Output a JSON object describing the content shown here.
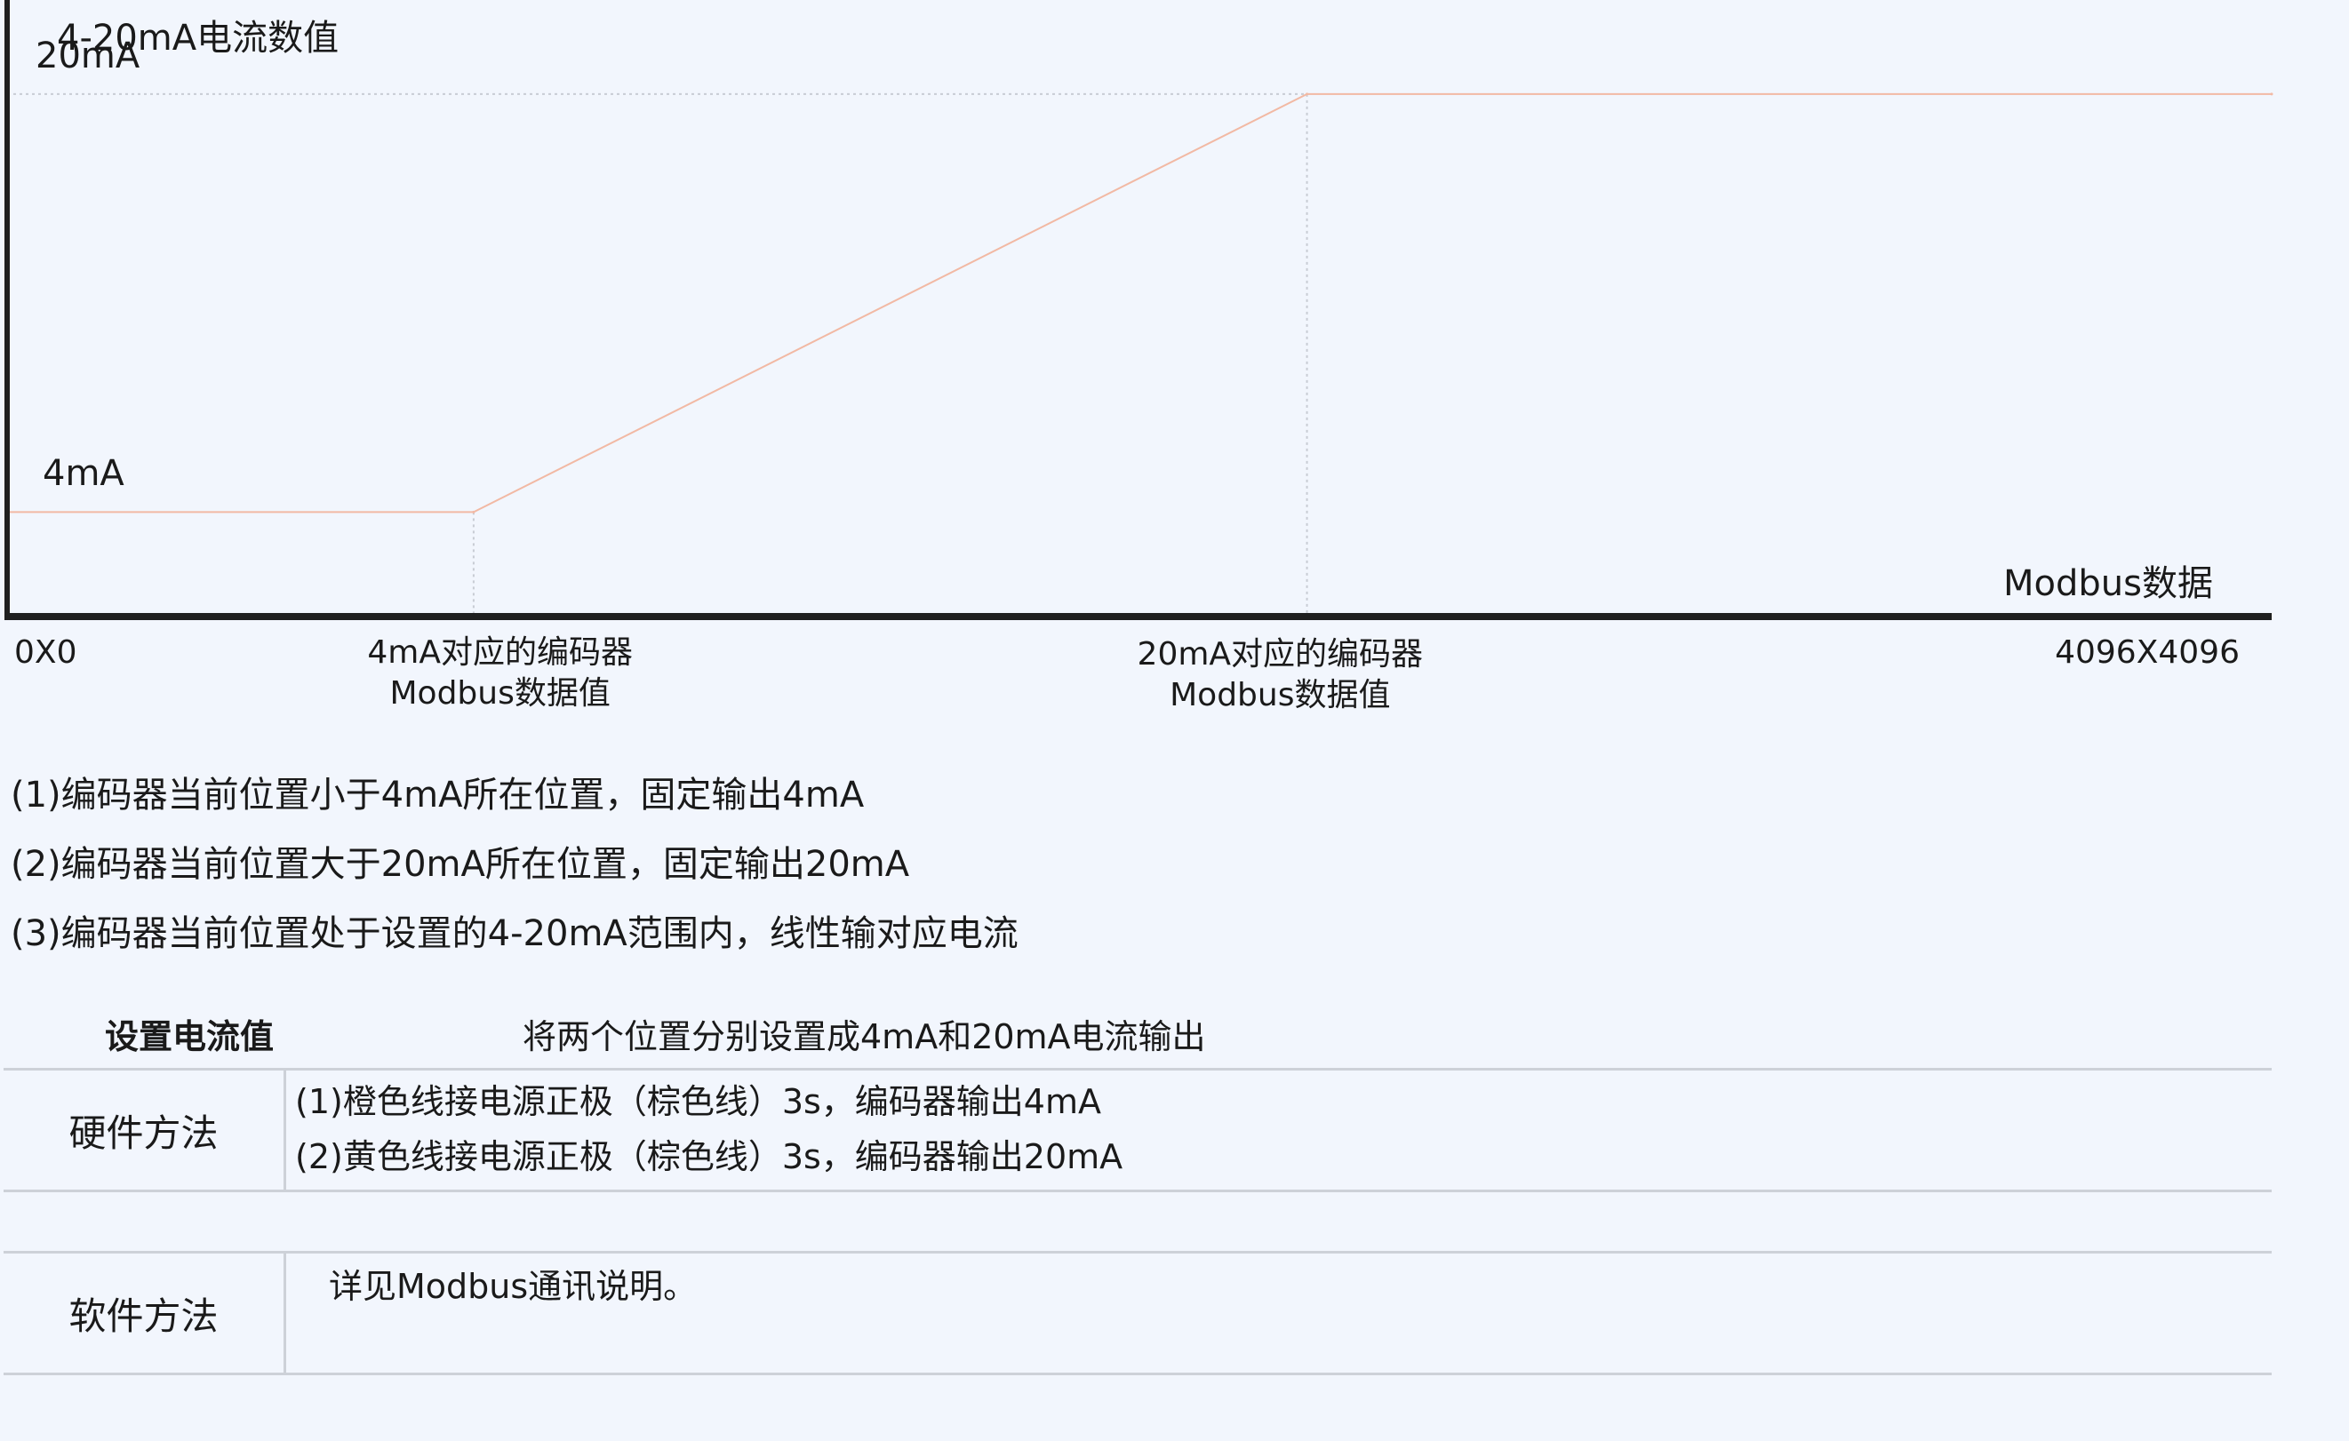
{
  "chart_data": {
    "type": "line",
    "title": "",
    "ylabel": "4-20mA电流数值",
    "xlabel": "Modbus数据",
    "y_ticks": [
      {
        "label": "20mA",
        "value": 20
      },
      {
        "label": "4mA",
        "value": 4
      }
    ],
    "x_ticks": [
      {
        "lines": [
          "0X0"
        ],
        "value": 0
      },
      {
        "lines": [
          "4mA对应的编码器",
          "Modbus数据值"
        ],
        "value": 0.206
      },
      {
        "lines": [
          "20mA对应的编码器",
          "Modbus数据值"
        ],
        "value": 0.574
      },
      {
        "lines": [
          "4096X4096"
        ],
        "value": 1
      }
    ],
    "x_range": [
      0,
      1
    ],
    "y_range": [
      0,
      23.6
    ],
    "series": [
      {
        "x": [
          0,
          0.206,
          0.574,
          1
        ],
        "y": [
          4,
          4,
          20,
          20
        ]
      }
    ],
    "grid": false,
    "colors": {
      "line": "#f2b9a4",
      "axis": "#1f1f1f",
      "guide": "#c8ccd4"
    }
  },
  "notes": [
    "(1)编码器当前位置小于4mA所在位置，固定输出4mA",
    "(2)编码器当前位置大于20mA所在位置，固定输出20mA",
    "(3)编码器当前位置处于设置的4-20mA范围内，线性输对应电流"
  ],
  "table": {
    "header_label": "设置电流值",
    "header_desc": "将两个位置分别设置成4mA和20mA电流输出",
    "rows": [
      {
        "label": "硬件方法",
        "lines": [
          "(1)橙色线接电源正极（棕色线）3s，编码器输出4mA",
          "(2)黄色线接电源正极（棕色线）3s，编码器输出20mA"
        ]
      },
      {
        "label": "软件方法",
        "lines": [
          "详见Modbus通讯说明。"
        ]
      }
    ]
  }
}
